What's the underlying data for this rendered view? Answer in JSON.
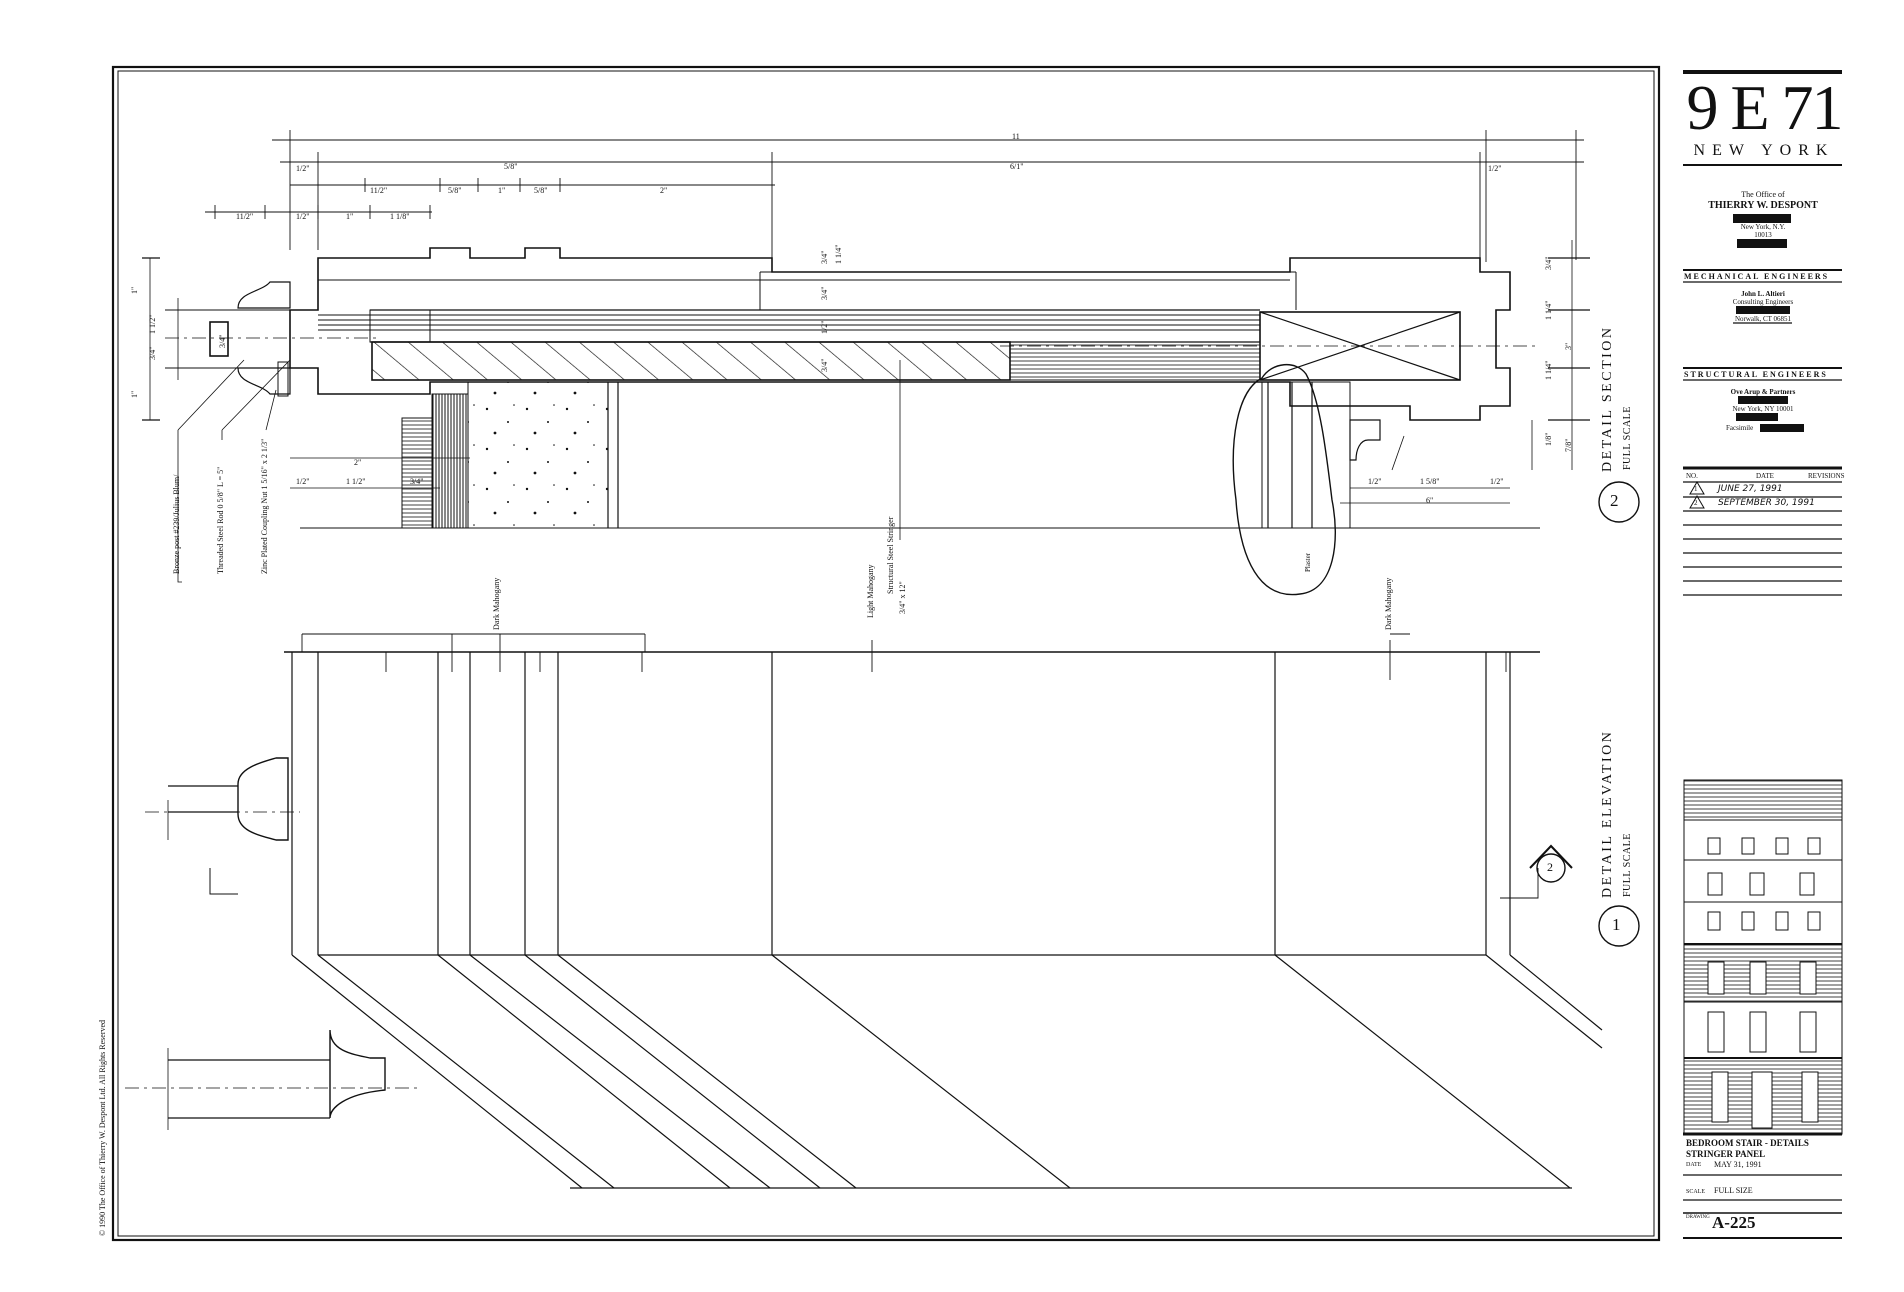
{
  "project": {
    "name": "9 E 71",
    "city": "NEW YORK"
  },
  "office": {
    "prefix": "The Office of",
    "name": "THIERRY W. DESPONT",
    "city": "New York, N.Y.",
    "zip": "10013"
  },
  "mechanical": {
    "heading": "MECHANICAL ENGINEERS",
    "name": "John L. Altieri",
    "firm": "Consulting Engineers",
    "city": "Norwalk, CT 06851"
  },
  "structural": {
    "heading": "STRUCTURAL ENGINEERS",
    "name": "Ove Arup & Partners",
    "city": "New York, NY 10001",
    "fax_label": "Facsimile"
  },
  "revisions": {
    "col_no": "NO.",
    "col_date": "DATE",
    "col_rev": "REVISIONS",
    "rows": [
      {
        "no": "1",
        "date": "JUNE 27, 1991"
      },
      {
        "no": "2",
        "date": "SEPTEMBER 30, 1991"
      }
    ]
  },
  "sheet": {
    "title1": "BEDROOM STAIR - DETAILS",
    "title2": "STRINGER PANEL",
    "date_label": "DATE",
    "date": "MAY 31, 1991",
    "scale_label": "SCALE",
    "scale": "FULL SIZE",
    "drawing_label": "DRAWING",
    "drawing_no": "A-225"
  },
  "copyright": "© 1990 The Office of Thierry W. Despont Ltd. All Rights Reserved",
  "details": [
    {
      "num": "2",
      "title": "DETAIL SECTION",
      "scale": "FULL SCALE"
    },
    {
      "num": "1",
      "title": "DETAIL ELEVATION",
      "scale": "FULL SCALE"
    }
  ],
  "section_marker": "2",
  "notes": {
    "bronze_post": "Bronze post #239/Julius Blum/",
    "steel_rod": "Threaded Steel Rod 0 5/8\" L = 5\"",
    "coupling_nut": "Zinc Plated Coupling Nut 1 5/16\" x 2 1/3\"",
    "dark_mahogany_left": "Dark Mahogany",
    "light_mahogany": "Light Mahogany",
    "steel_stringer": "Structural Steel Stringer",
    "stringer_size": "3/4\" x 12\"",
    "plaster": "Plaster",
    "dark_mahogany_right": "Dark Mahogany"
  },
  "dims": {
    "top_overall": "11",
    "d_a": "1/2\"",
    "d_b": "5/8\"",
    "d_c": "6/1\"",
    "d_d": "1/2\"",
    "d_e": "11/2\"",
    "d_f": "5/8\"",
    "d_g": "1\"",
    "d_h": "5/8\"",
    "d_i": "2\"",
    "d_j": "11/2\"",
    "d_k": "1/2\"",
    "d_l": "1\"",
    "d_m": "1 1/8\"",
    "v_a": "3/4\"",
    "v_b": "1 1/4\"",
    "v_c": "1/2\"",
    "v_d": "3/4\"",
    "v_e": "3/4\"",
    "v_f": "1 1/4\"",
    "v_g": "1 1/4\"",
    "v_h": "3\"",
    "v_i": "7/8\"",
    "v_j": "1/8\"",
    "s_a": "1/2\"",
    "s_b": "1 1/2\"",
    "s_c": "3/4\"",
    "s_d": "2\"",
    "s_e": "1/2\"",
    "s_f": "1 5/8\"",
    "s_g": "1/2\"",
    "s_h": "6\"",
    "l_a": "1\"",
    "l_b": "1 1/2\"",
    "l_c": "3/4\"",
    "l_d": "3/4\"",
    "l_e": "1\""
  },
  "colors": {
    "ink": "#111111",
    "paper": "#ffffff"
  }
}
